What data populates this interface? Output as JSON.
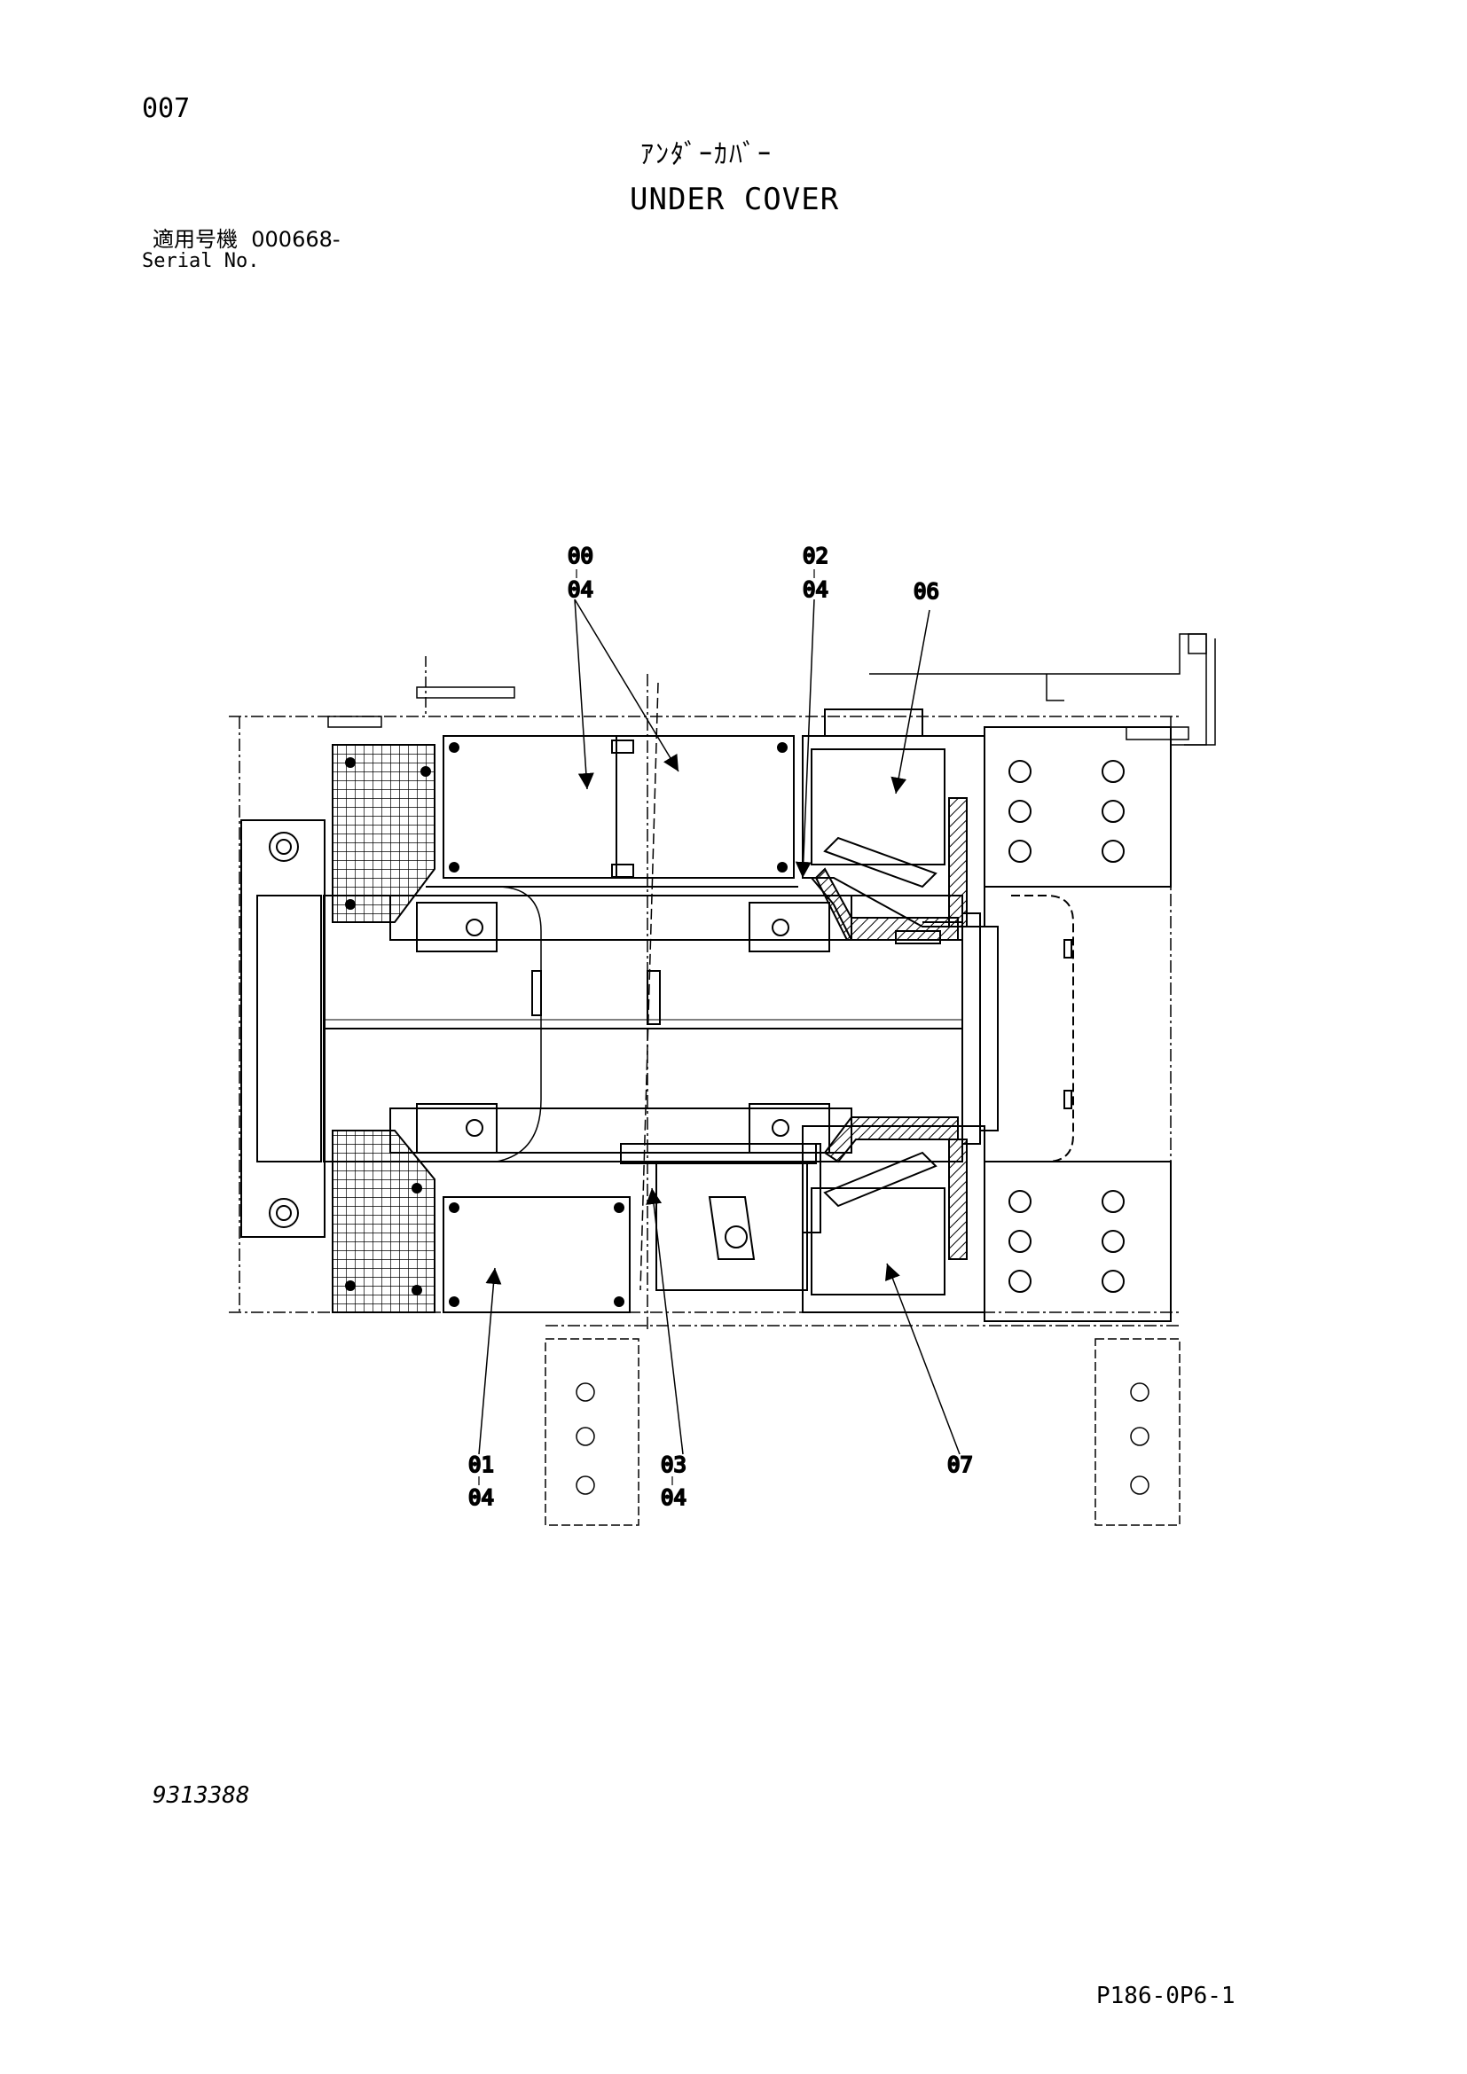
{
  "header": {
    "page_number": "007",
    "title_jp": "ｱﾝﾀﾞｰｶﾊﾞｰ",
    "title_en": "UNDER COVER",
    "serial_label_jp": "適用号機",
    "serial_value": "000668-",
    "serial_label_en": "Serial No."
  },
  "callouts": [
    {
      "id": "c00",
      "part": "00",
      "qty": "04"
    },
    {
      "id": "c02",
      "part": "02",
      "qty": "04"
    },
    {
      "id": "c06",
      "part": "06"
    },
    {
      "id": "c01",
      "part": "01",
      "qty": "04"
    },
    {
      "id": "c03",
      "part": "03",
      "qty": "04"
    },
    {
      "id": "c07",
      "part": "07"
    }
  ],
  "footer": {
    "drawing_number": "9313388",
    "page_code": "P186-0P6-1"
  }
}
